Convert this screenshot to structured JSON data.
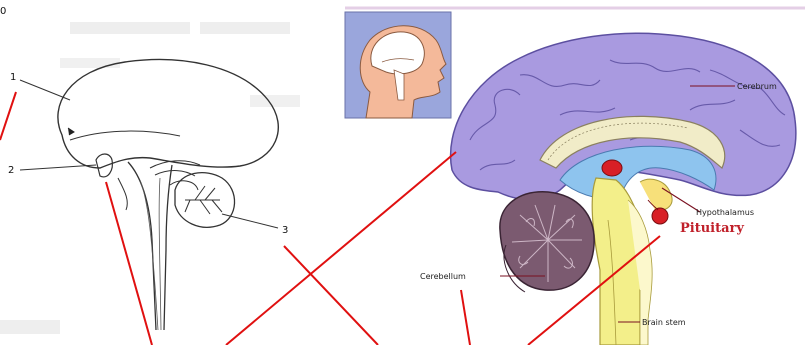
{
  "corner_mark": "0",
  "left_figure": {
    "labels": [
      "1",
      "2",
      "3"
    ]
  },
  "right_figure": {
    "labels": {
      "cerebrum": "Cerebrum",
      "hypothalamus": "Hypothalamus",
      "pituitary": "Pituitary",
      "cerebellum": "Cerebellum",
      "brain_stem": "Brain stem"
    }
  },
  "colors": {
    "cerebrum": "#a99ae0",
    "ventricle": "#8ec4ee",
    "brainstem": "#f3ef8a",
    "cerebellum": "#7b5a70",
    "pituitary": "#d81f26",
    "skin": "#f4b99a",
    "inset_bg": "#9aa6dc",
    "connector": "#e01010"
  }
}
